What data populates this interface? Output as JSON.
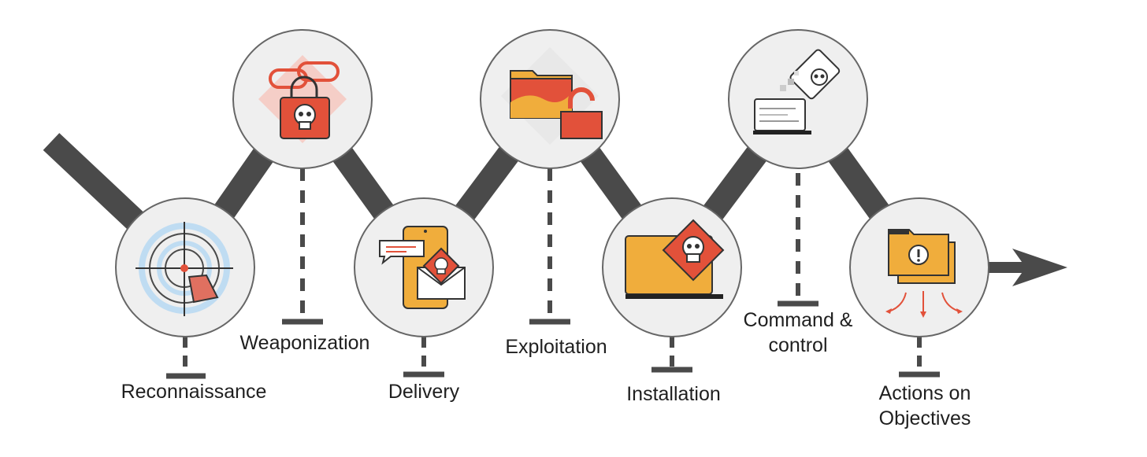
{
  "colors": {
    "track": "#4a4a4a",
    "node_fill": "#efefef",
    "node_stroke": "#666666",
    "orange": "#f0ad3c",
    "red": "#e2513a",
    "light_red": "#f6c6bd",
    "blue": "#bfdcf2"
  },
  "stages": [
    {
      "label": "Reconnaissance",
      "icon": "crosshair-target-icon"
    },
    {
      "label": "Weaponization",
      "icon": "chain-lock-skull-icon"
    },
    {
      "label": "Delivery",
      "icon": "phone-email-skull-icon"
    },
    {
      "label": "Exploitation",
      "icon": "folder-broken-lock-icon"
    },
    {
      "label": "Installation",
      "icon": "laptop-skull-icon"
    },
    {
      "label": "Command &\ncontrol",
      "icon": "laptop-remote-skull-icon"
    },
    {
      "label": "Actions on\nObjectives",
      "icon": "folder-alert-exfiltration-icon"
    }
  ]
}
